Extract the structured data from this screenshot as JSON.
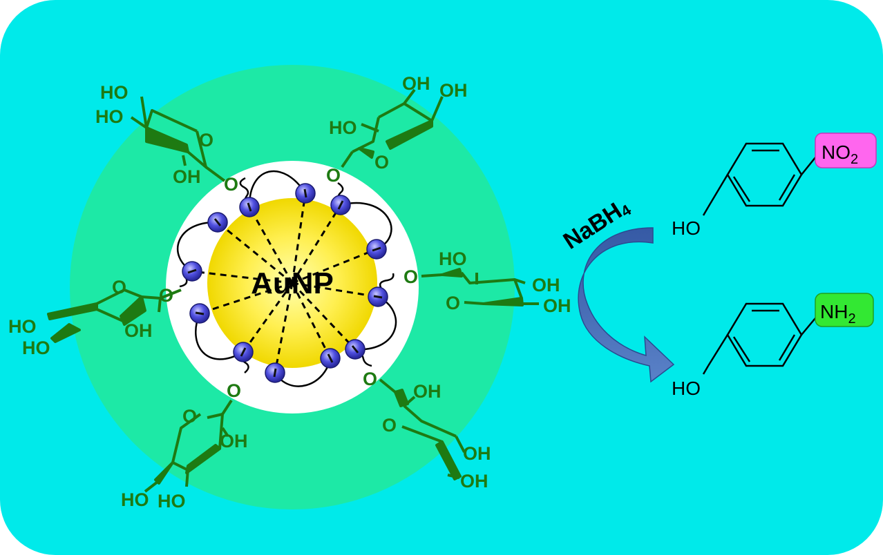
{
  "colors": {
    "background": "#00eaea",
    "shell": "#1de9a6",
    "inner_layer": "#ffffff",
    "core": "#ffe82a",
    "sugar_green": "#1e7a12",
    "ligand_blue": "#3a3acf",
    "arrow_blue": "#3d5fa8",
    "nitro_highlight": "#ff66ee",
    "amine_highlight": "#33e833"
  },
  "nanoparticle": {
    "core_label": "AuNP"
  },
  "sugar_units": [
    {
      "id": "top-left",
      "labels": [
        "HO",
        "HO",
        "O",
        "OH",
        "O"
      ]
    },
    {
      "id": "top-right",
      "labels": [
        "OH",
        "OH",
        "HO",
        "O",
        "O"
      ]
    },
    {
      "id": "right",
      "labels": [
        "O",
        "HO",
        "OH",
        "O",
        "OH"
      ]
    },
    {
      "id": "bottom-right",
      "labels": [
        "O",
        "OH",
        "O",
        "OH",
        "OH"
      ]
    },
    {
      "id": "bottom-left",
      "labels": [
        "O",
        "O",
        "OH",
        "HO",
        "HO"
      ]
    },
    {
      "id": "left",
      "labels": [
        "O",
        "O",
        "OH",
        "HO",
        "HO"
      ]
    }
  ],
  "reaction": {
    "reagent": "NaBH",
    "reagent_subscript": "4",
    "reactant": {
      "substituent": "NO",
      "subscript": "2",
      "hydroxyl": "HO"
    },
    "product": {
      "substituent": "NH",
      "subscript": "2",
      "hydroxyl": "HO"
    }
  }
}
